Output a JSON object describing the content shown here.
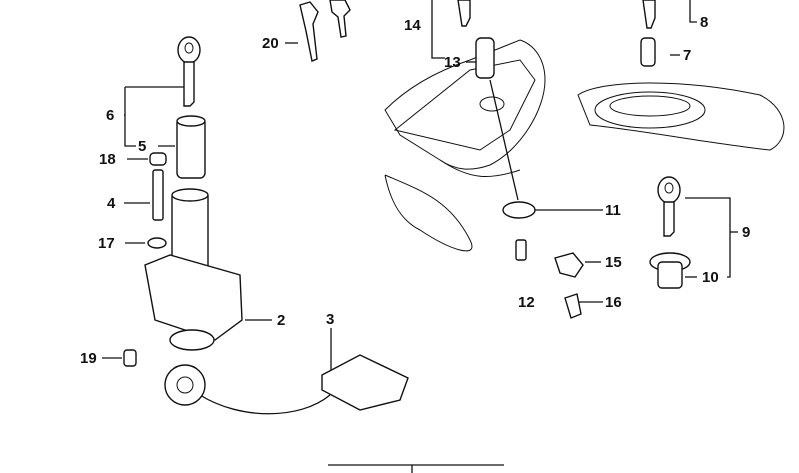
{
  "diagram": {
    "callouts": [
      {
        "id": "20",
        "label": "20"
      },
      {
        "id": "14",
        "label": "14"
      },
      {
        "id": "13",
        "label": "13"
      },
      {
        "id": "8",
        "label": "8"
      },
      {
        "id": "7",
        "label": "7"
      },
      {
        "id": "6",
        "label": "6"
      },
      {
        "id": "5",
        "label": "5"
      },
      {
        "id": "18",
        "label": "18"
      },
      {
        "id": "4",
        "label": "4"
      },
      {
        "id": "17",
        "label": "17"
      },
      {
        "id": "2",
        "label": "2"
      },
      {
        "id": "3",
        "label": "3"
      },
      {
        "id": "19",
        "label": "19"
      },
      {
        "id": "11",
        "label": "11"
      },
      {
        "id": "15",
        "label": "15"
      },
      {
        "id": "12",
        "label": "12"
      },
      {
        "id": "16",
        "label": "16"
      },
      {
        "id": "9",
        "label": "9"
      },
      {
        "id": "10",
        "label": "10"
      }
    ]
  }
}
